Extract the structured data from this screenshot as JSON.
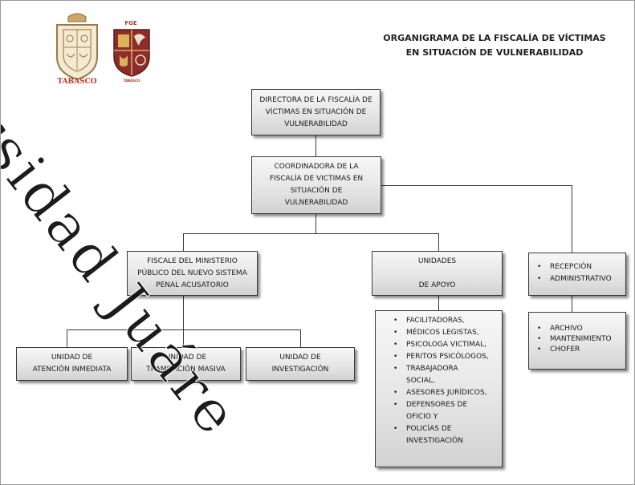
{
  "logos": {
    "tabasco_label": "TABASCO",
    "fge_label": "FGE",
    "fge_sub": "TABASCO"
  },
  "title": {
    "line1": "ORGANIGRAMA DE LA FISCALÍA DE VÍCTIMAS",
    "line2": "EN SITUACIÓN DE VULNERABILIDAD"
  },
  "nodes": {
    "directora": [
      "DIRECTORA DE LA FISCALÍA DE",
      "VÍCTIMAS EN SITUACIÓN DE",
      "VULNERABILIDAD"
    ],
    "coordinadora": [
      "COORDINADORA DE LA",
      "FISCALÍA DE VICTIMAS EN",
      "SITUACIÓN DE",
      "VULNERABILIDAD"
    ],
    "fiscale": [
      "FISCALE DEL MINISTERIO",
      "PÚBLICO DEL NUEVO SISTEMA",
      "PENAL ACUSATORIO"
    ],
    "unidades_apoyo": [
      "UNIDADES",
      "",
      "DE APOYO"
    ],
    "recepcion": [
      "RECEPCIÓN",
      "ADMINISTRATIVO"
    ],
    "atencion": [
      "UNIDAD DE",
      "ATENCIÓN INMEDIATA"
    ],
    "tramitacion": [
      "UNIDAD DE",
      "TRAMITACIÓN MASIVA"
    ],
    "investigacion": [
      "UNIDAD DE",
      "INVESTIGACIÓN"
    ],
    "apoyo_list": [
      "FACILITADORAS,",
      "MÉDICOS LEGISTAS,",
      "PSICOLOGA VICTIMAL,",
      "PERITOS PSICÓLOGOS,",
      "TRABAJADORA",
      "SOCIAL,",
      "ASESORES JURÍDICOS,",
      "DEFENSORES DE",
      "OFICIO Y",
      "POLICÍAS DE",
      "INVESTIGACIÓN"
    ],
    "archivo_list": [
      "ARCHIVO",
      "MANTENIMIENTO",
      "CHOFER"
    ]
  },
  "watermark": "ersidad Juáre"
}
